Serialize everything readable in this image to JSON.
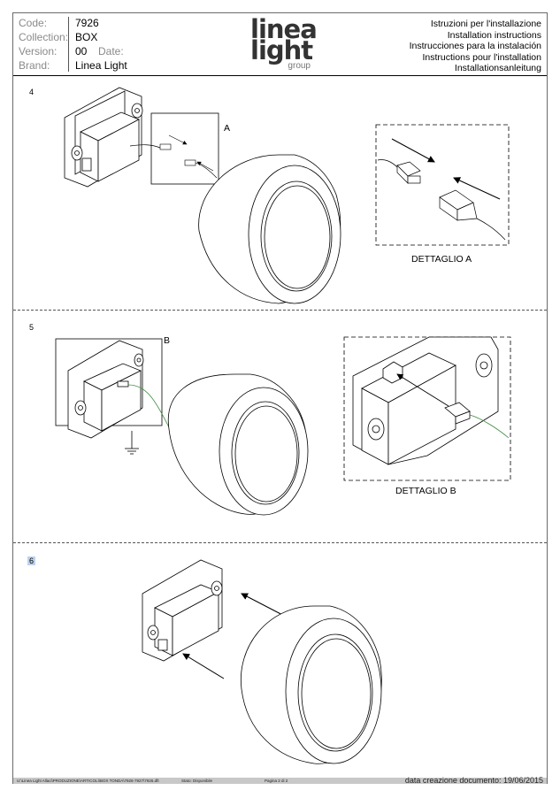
{
  "header": {
    "fields": [
      {
        "label": "Code:",
        "value": "7926"
      },
      {
        "label": "Collection:",
        "value": "BOX"
      },
      {
        "label": "Version:",
        "value": "00",
        "extra_label": "Date:"
      },
      {
        "label": "Brand:",
        "value": "Linea Light"
      }
    ],
    "logo": {
      "line1": "linea",
      "line2": "light",
      "line3": "group"
    },
    "instructions": [
      "Istruzioni per l'installazione",
      "Installation instructions",
      "Instrucciones para la instalación",
      "Instructions pour l'installation",
      "Installationsanleitung"
    ]
  },
  "steps": [
    {
      "number": "4",
      "callout": "A",
      "detail_caption": "DETTAGLIO A"
    },
    {
      "number": "5",
      "callout": "B",
      "detail_caption": "DETTAGLIO B"
    },
    {
      "number": "6"
    }
  ],
  "footer": {
    "path": "U:\\Linea Light Allaci\\PRODUZIONE\\ARTICOLI\\BOX TONDA\\7926-7927\\7926.dft",
    "status": "Stato: Disponibile",
    "page": "Pagina 2 di 2",
    "created": "data creazione documento: 19/06/2015"
  }
}
